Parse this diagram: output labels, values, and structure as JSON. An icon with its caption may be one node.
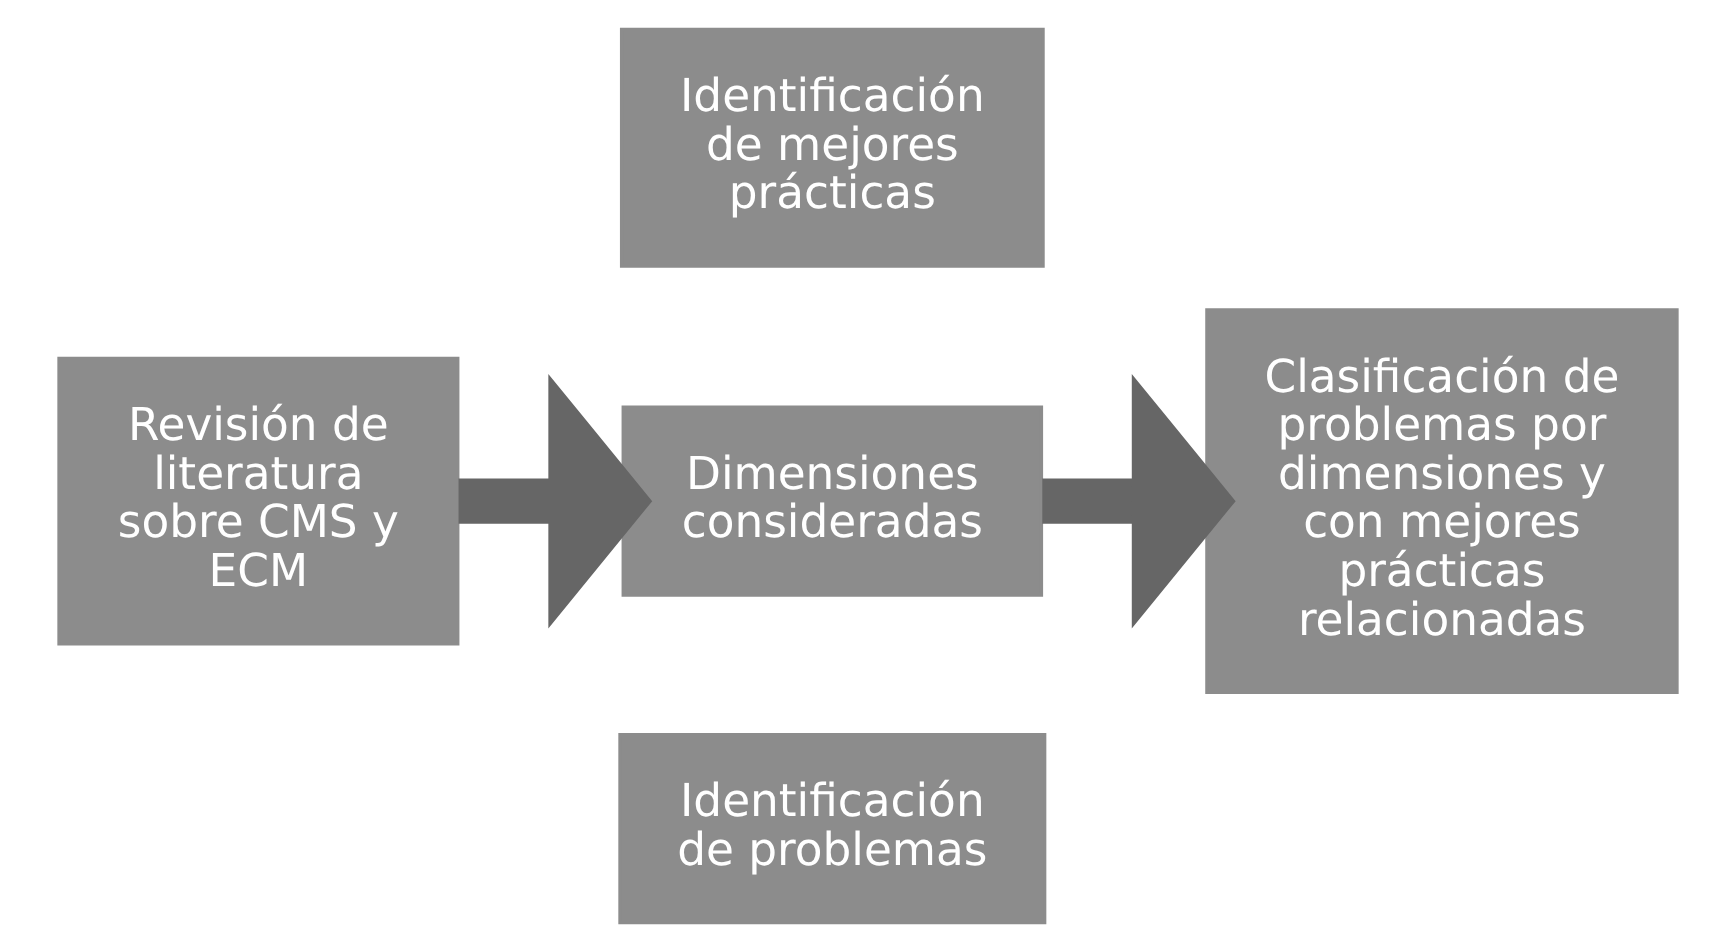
{
  "diagram": {
    "nodes": [
      {
        "text": [
          "Identificación de problemas"
        ]
      },
      {
        "text": [
          "Revisión de literatura sobre CMS y ECM"
        ]
      },
      {
        "text": [
          "Dimensiones consideradas"
        ]
      },
      {
        "text": [
          "Clasificación de problemas por dimensiones y con mejores prácticas relacionadas"
        ]
      },
      {
        "text": [
          "Identificación de mejores prácticas"
        ]
      }
    ],
    "edges": [
      {
        "from": 1,
        "to": 2,
        "arrow": "to"
      },
      {
        "from": 2,
        "to": 3,
        "arrow": "to"
      }
    ]
  }
}
